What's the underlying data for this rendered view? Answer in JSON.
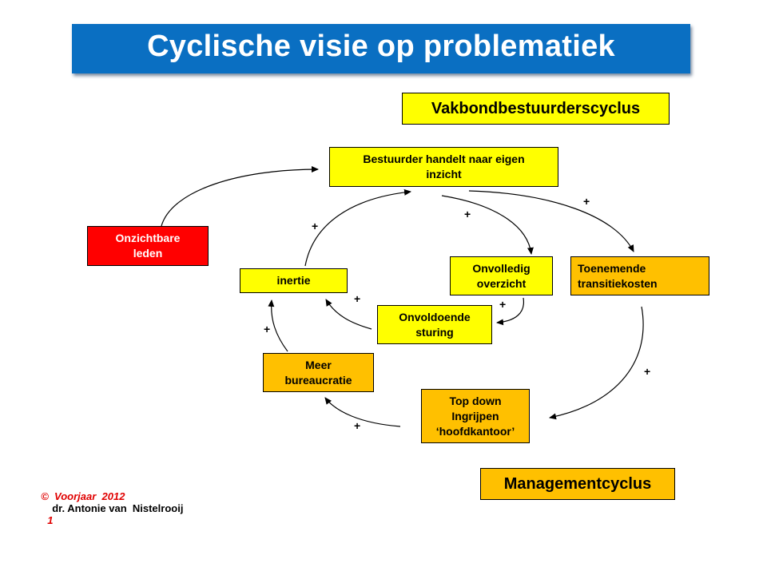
{
  "title": "Cyclische visie op problematiek",
  "labels": {
    "vakbond": "Vakbondbestuurderscyclus",
    "management": "Managementcyclus"
  },
  "boxes": {
    "bestuurder": [
      "Bestuurder handelt naar eigen",
      "inzicht"
    ],
    "onzichtbare": [
      "Onzichtbare",
      "leden"
    ],
    "inertie": [
      "inertie"
    ],
    "onvolledig": [
      "Onvolledig",
      "overzicht"
    ],
    "toenemende": [
      "Toenemende",
      "transitiekosten"
    ],
    "onvoldoende": [
      "Onvoldoende",
      "sturing"
    ],
    "meer": [
      "Meer",
      "bureaucratie"
    ],
    "topdown": [
      "Top down",
      "Ingrijpen",
      "‘hoofdkantoor’"
    ]
  },
  "plus_sign": "+",
  "footer": {
    "copyright": "©  Voorjaar  2012",
    "author": "dr. Antonie van  Nistelrooij",
    "page": "1"
  },
  "colors": {
    "title_bar": "#0a6fc2",
    "yellow": "#ffff00",
    "orange": "#ffc000",
    "red": "#ff0000"
  }
}
